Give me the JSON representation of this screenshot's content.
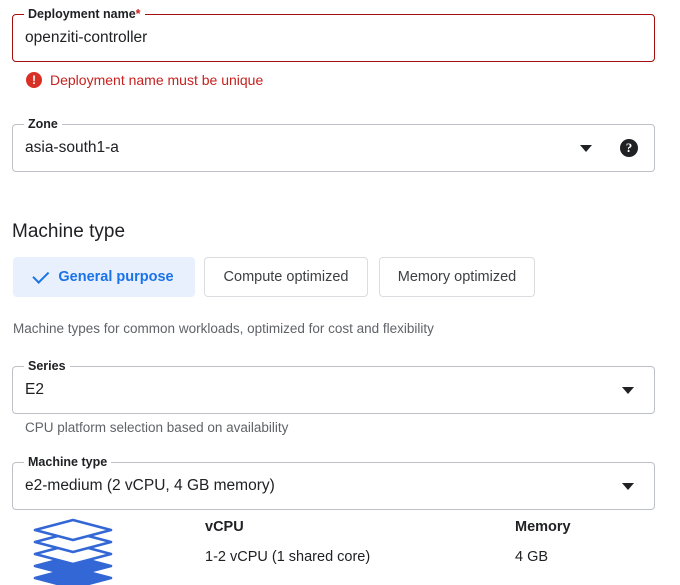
{
  "deployment_name": {
    "label": "Deployment name",
    "required_marker": "*",
    "value": "openziti-controller",
    "error": {
      "icon": "error-icon",
      "message": "Deployment name must be unique"
    }
  },
  "zone": {
    "label": "Zone",
    "value": "asia-south1-a",
    "dropdown_icon": "chevron-down-icon",
    "help_icon": "help-icon",
    "help_glyph": "?"
  },
  "machine_type_section": {
    "title": "Machine type",
    "options": [
      {
        "label": "General purpose",
        "selected": true,
        "icon": "check-icon"
      },
      {
        "label": "Compute optimized",
        "selected": false
      },
      {
        "label": "Memory optimized",
        "selected": false
      }
    ],
    "description": "Machine types for common workloads, optimized for cost and flexibility"
  },
  "series": {
    "label": "Series",
    "value": "E2",
    "dropdown_icon": "chevron-down-icon",
    "helper": "CPU platform selection based on availability"
  },
  "machine_type": {
    "label": "Machine type",
    "value": "e2-medium (2 vCPU, 4 GB memory)",
    "dropdown_icon": "chevron-down-icon"
  },
  "specs": {
    "illustration": "stacked-layers-icon",
    "columns": [
      {
        "header": "vCPU",
        "value": "1-2 vCPU (1 shared core)"
      },
      {
        "header": "Memory",
        "value": "4 GB"
      }
    ]
  },
  "colors": {
    "error": "#c5221f",
    "error_icon": "#d93025",
    "accent_blue": "#1a73e8",
    "chip_selected_bg": "#e8f0fe",
    "text_primary": "#202124",
    "text_secondary": "#5f6368",
    "border": "#bdc1c6"
  }
}
